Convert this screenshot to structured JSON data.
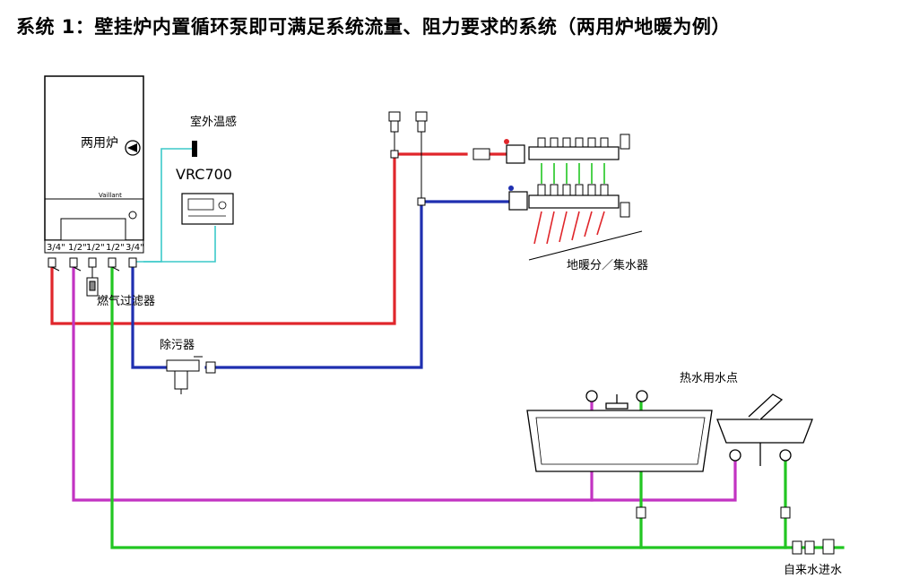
{
  "title": "系统 1：壁挂炉内置循环泵即可满足系统流量、阻力要求的系统（两用炉地暖为例）",
  "labels": {
    "boiler": "两用炉",
    "brand": "Vaillant",
    "outdoor_sensor": "室外温感",
    "controller": "VRC700",
    "gas_filter": "燃气过滤器",
    "dirt_separator": "除污器",
    "floor_manifold": "地暖分／集水器",
    "hot_water_points": "热水用水点",
    "cold_water_inlet": "自来水进水"
  },
  "port_sizes": [
    "3/4\"",
    "1/2\"",
    "1/2\"",
    "1/2\"",
    "3/4\""
  ],
  "colors": {
    "supply": "#e0262b",
    "return": "#1f2fb0",
    "hot_water": "#c233c2",
    "cold_water": "#22c622",
    "sensor_wire": "#3cc9c9",
    "line": "#000000"
  }
}
